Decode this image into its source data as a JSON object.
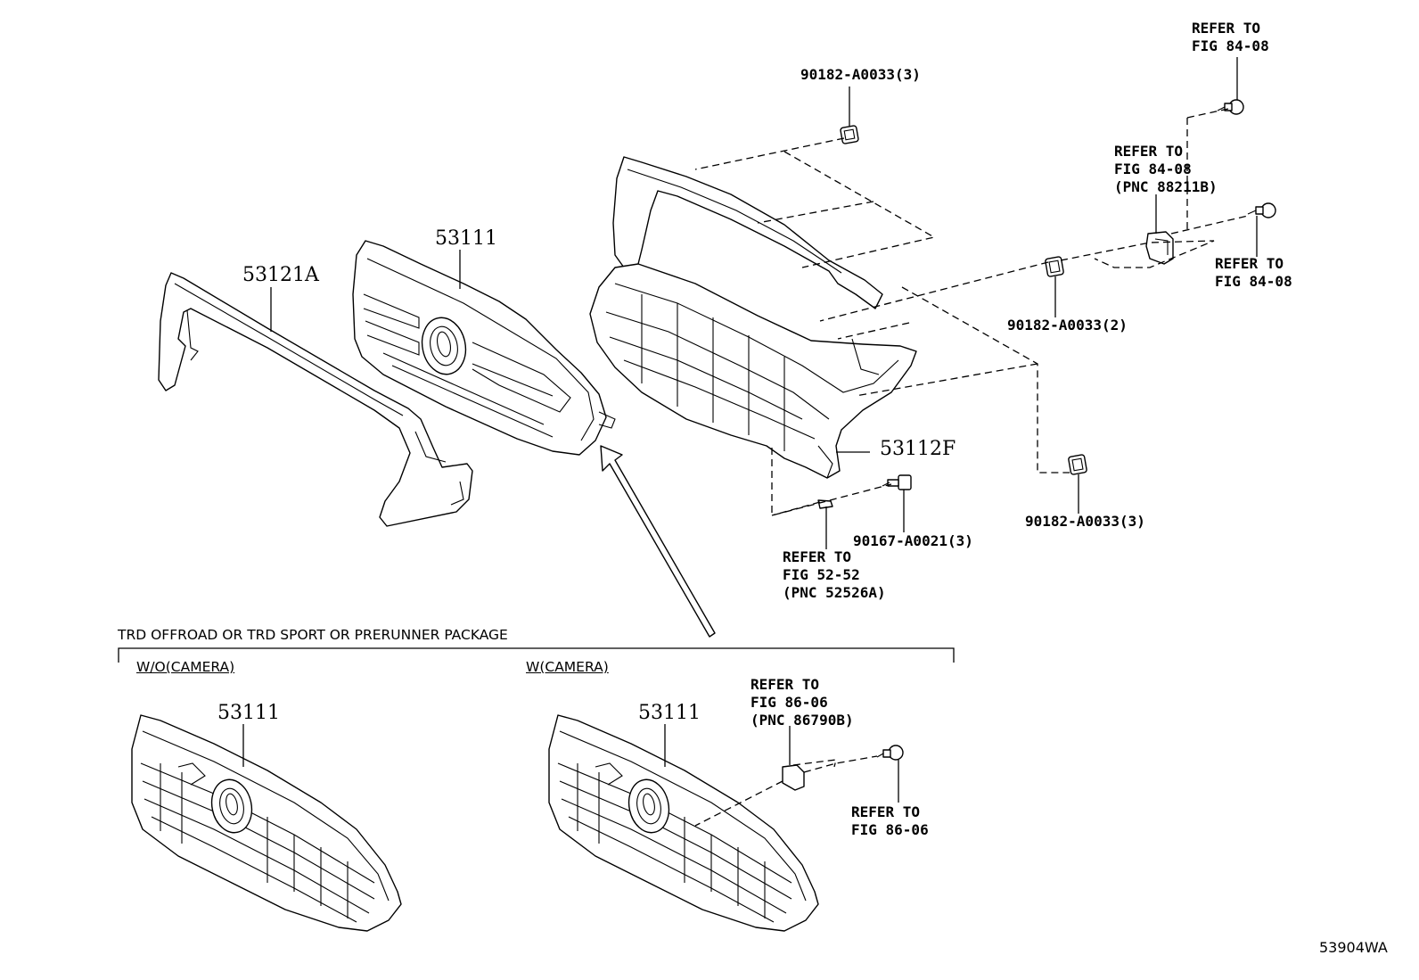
{
  "callouts": {
    "refer_fig_84_08_top": "REFER TO\nFIG 84-08",
    "clip_top": "90182-A0033(3)",
    "refer_fig_84_08_pnc": "REFER TO\nFIG 84-08\n(PNC 88211B)",
    "refer_fig_84_08_right": "REFER TO\nFIG 84-08",
    "clip_mid": "90182-A0033(2)",
    "clip_bottom": "90182-A0033(3)",
    "bolt": "90167-A0021(3)",
    "refer_fig_52_52": "REFER TO\nFIG 52-52\n(PNC 52526A)",
    "refer_fig_86_06_pnc": "REFER TO\nFIG 86-06\n(PNC 86790B)",
    "refer_fig_86_06": "REFER TO\nFIG 86-06"
  },
  "part_numbers": {
    "molding": "53121A",
    "grille": "53111",
    "retainer": "53112F",
    "grille_wo_camera": "53111",
    "grille_w_camera": "53111"
  },
  "package": {
    "title": "TRD OFFROAD OR TRD SPORT OR PRERUNNER PACKAGE",
    "variant_without": "W/O(CAMERA)",
    "variant_with": "W(CAMERA)"
  },
  "figure_id": "53904WA"
}
